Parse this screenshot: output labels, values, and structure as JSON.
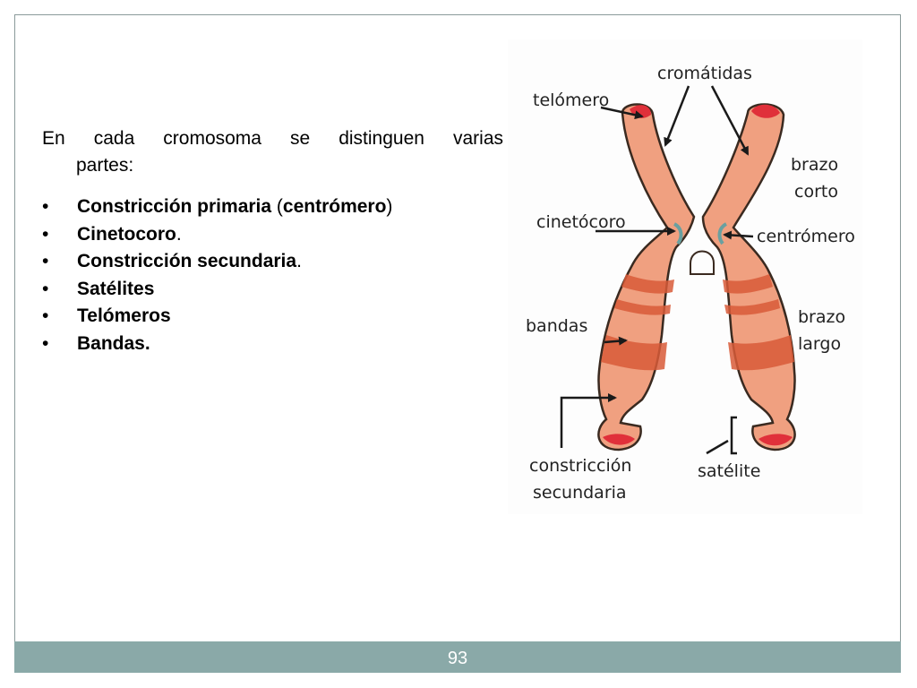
{
  "slide": {
    "intro_line1": "En cada cromosoma se distinguen varias",
    "intro_line2": "partes:",
    "bullets": [
      {
        "bold": "Constricción primaria",
        "rest": " (",
        "bold2": "centrómero",
        "rest2": ")"
      },
      {
        "bold": "Cinetocoro",
        "rest": ".",
        "bold2": "",
        "rest2": ""
      },
      {
        "bold": "Constricción secundaria",
        "rest": ".",
        "bold2": "",
        "rest2": ""
      },
      {
        "bold": "Satélites",
        "rest": "",
        "bold2": "",
        "rest2": ""
      },
      {
        "bold": "Telómeros",
        "rest": "",
        "bold2": "",
        "rest2": ""
      },
      {
        "bold": "Bandas.",
        "rest": "",
        "bold2": "",
        "rest2": ""
      }
    ],
    "bullet_char": "•",
    "page_number": "93"
  },
  "diagram": {
    "labels": {
      "cromatidas": "cromátidas",
      "telomero": "telómero",
      "brazo_corto_1": "brazo",
      "brazo_corto_2": "corto",
      "cinetocoro": "cinetócoro",
      "centromero": "centrómero",
      "bandas": "bandas",
      "brazo_largo_1": "brazo",
      "brazo_largo_2": "largo",
      "constriccion_1": "constricción",
      "constriccion_2": "secundaria",
      "satelite": "satélite"
    },
    "colors": {
      "chromosome_fill": "#f0a080",
      "chromosome_stroke": "#3a2a20",
      "band": "#d85a38",
      "telomere": "#e0303a",
      "kinetochore": "#6aa0a0"
    }
  }
}
